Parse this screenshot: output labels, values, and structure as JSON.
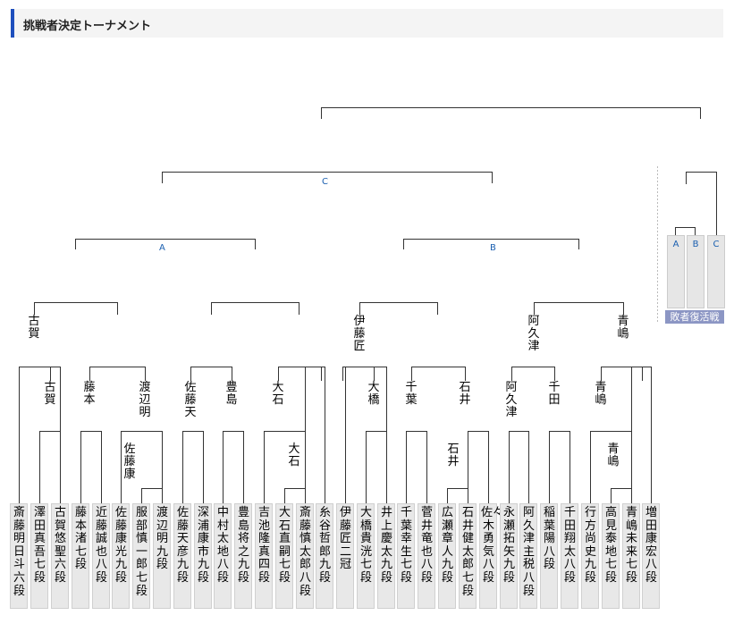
{
  "title": "挑戦者決定トーナメント",
  "block_labels": {
    "c": "C",
    "a": "A",
    "b": "B"
  },
  "players": [
    "斎藤明日斗六段",
    "澤田真吾七段",
    "古賀悠聖六段",
    "藤本渚七段",
    "近藤誠也八段",
    "佐藤康光九段",
    "服部慎一郎七段",
    "渡辺 明九段",
    "佐藤天彦九段",
    "深浦康市九段",
    "中村太地八段",
    "豊島将之九段",
    "吉池隆真四段",
    "大石直嗣七段",
    "斎藤慎太郎八段",
    "糸谷哲郎九段",
    "伊藤 匠二冠",
    "大橋貴洸七段",
    "井上慶太九段",
    "千葉幸生七段",
    "菅井竜也八段",
    "広瀬章人九段",
    "石井健太郎七段",
    "佐々木勇気八段",
    "永瀬拓矢九段",
    "阿久津主税八段",
    "稲葉 陽八段",
    "千田翔太八段",
    "行方尚史九段",
    "高見泰地七段",
    "青嶋未来七段",
    "増田康宏八段"
  ],
  "winners": {
    "r1": [
      "佐藤康",
      "大石",
      "石井",
      "青嶋"
    ],
    "r2": [
      "古賀",
      "藤本",
      "渡辺明",
      "佐藤天",
      "豊島",
      "大石",
      "大橋",
      "千葉",
      "石井",
      "阿久津",
      "千田",
      "青嶋"
    ],
    "r3": [
      "古賀",
      "伊藤匠",
      "阿久津",
      "青嶋"
    ]
  },
  "repechage": {
    "label": "敗者復活戦",
    "slots": [
      "A",
      "B",
      "C"
    ]
  }
}
